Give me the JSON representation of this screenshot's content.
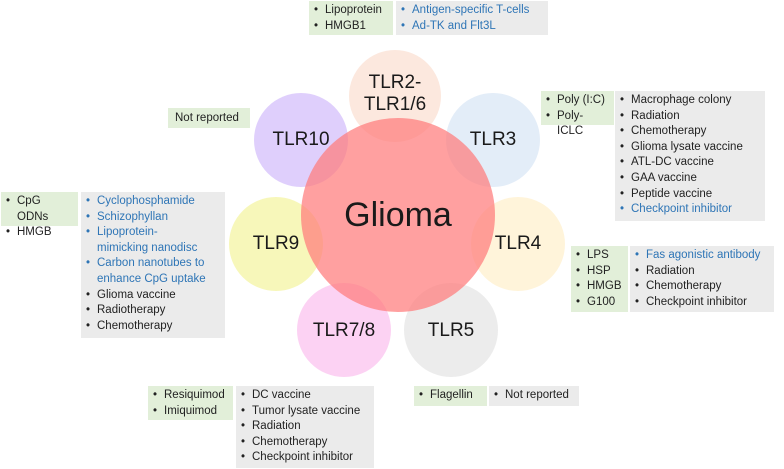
{
  "center": {
    "label": "Glioma",
    "color": "#ff7b7b"
  },
  "receptors": [
    {
      "id": "tlr2",
      "label": "TLR2-\nTLR1/6",
      "color": "#fbe2d5"
    },
    {
      "id": "tlr3",
      "label": "TLR3",
      "color": "#dbe8f6"
    },
    {
      "id": "tlr4",
      "label": "TLR4",
      "color": "#fff1cf"
    },
    {
      "id": "tlr5",
      "label": "TLR5",
      "color": "#e7e7e7"
    },
    {
      "id": "tlr7",
      "label": "TLR7/8",
      "color": "#fbc5ef"
    },
    {
      "id": "tlr9",
      "label": "TLR9",
      "color": "#f5f5a6"
    },
    {
      "id": "tlr10",
      "label": "TLR10",
      "color": "#d6c2fb"
    }
  ],
  "boxes": {
    "tlr2_ligands": {
      "items": [
        {
          "text": "Lipoprotein"
        },
        {
          "text": "HMGB1"
        }
      ]
    },
    "tlr2_therapies": {
      "items": [
        {
          "text": "Antigen-specific T-cells",
          "blue": true
        },
        {
          "text": "Ad-TK and Flt3L",
          "blue": true
        }
      ]
    },
    "tlr10_ligands": {
      "text": "Not reported"
    },
    "tlr3_ligands": {
      "items": [
        {
          "text": "Poly (I:C)"
        },
        {
          "text": "Poly-ICLC"
        }
      ]
    },
    "tlr3_therapies": {
      "items": [
        {
          "text": "Macrophage colony"
        },
        {
          "text": "Radiation"
        },
        {
          "text": "Chemotherapy"
        },
        {
          "text": "Glioma lysate vaccine"
        },
        {
          "text": "ATL-DC vaccine"
        },
        {
          "text": "GAA vaccine"
        },
        {
          "text": "Peptide vaccine"
        },
        {
          "text": "Checkpoint inhibitor",
          "blue": true
        }
      ]
    },
    "tlr9_ligands": {
      "items": [
        {
          "text": "CpG ODNs"
        },
        {
          "text": "HMGB"
        }
      ]
    },
    "tlr9_therapies": {
      "items": [
        {
          "text": "Cyclophosphamide",
          "blue": true
        },
        {
          "text": "Schizophyllan",
          "blue": true
        },
        {
          "text": "Lipoprotein-\nmimicking nanodisc",
          "blue": true
        },
        {
          "text": "Carbon nanotubes to\nenhance CpG uptake",
          "blue": true
        },
        {
          "text": "Glioma vaccine"
        },
        {
          "text": "Radiotherapy"
        },
        {
          "text": "Chemotherapy"
        }
      ]
    },
    "tlr4_ligands": {
      "items": [
        {
          "text": "LPS"
        },
        {
          "text": "HSP"
        },
        {
          "text": "HMGB"
        },
        {
          "text": "G100"
        }
      ]
    },
    "tlr4_therapies": {
      "items": [
        {
          "text": "Fas agonistic antibody",
          "blue": true
        },
        {
          "text": "Radiation"
        },
        {
          "text": "Chemotherapy"
        },
        {
          "text": "Checkpoint inhibitor"
        }
      ]
    },
    "tlr7_ligands": {
      "items": [
        {
          "text": "Resiquimod"
        },
        {
          "text": "Imiquimod"
        }
      ]
    },
    "tlr7_therapies": {
      "items": [
        {
          "text": "DC vaccine"
        },
        {
          "text": "Tumor lysate vaccine"
        },
        {
          "text": "Radiation"
        },
        {
          "text": "Chemotherapy"
        },
        {
          "text": "Checkpoint inhibitor"
        }
      ]
    },
    "tlr5_ligands": {
      "items": [
        {
          "text": "Flagellin"
        }
      ]
    },
    "tlr5_therapies": {
      "items": [
        {
          "text": "Not reported"
        }
      ]
    }
  }
}
